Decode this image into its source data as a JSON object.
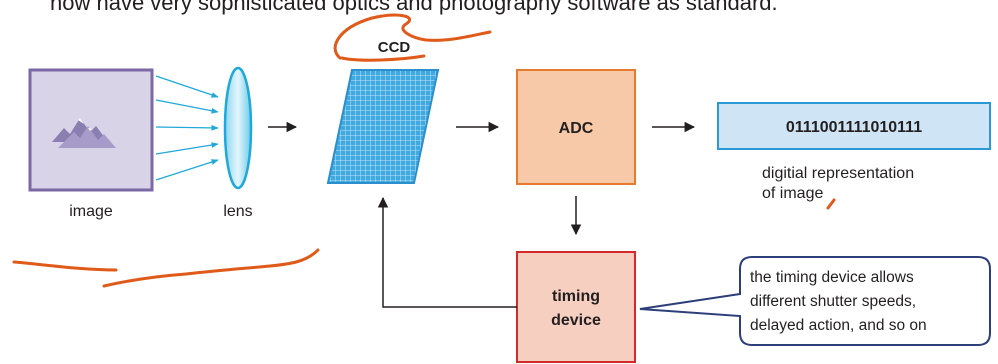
{
  "caption_fragment": "now have very sophisticated optics and photography software as standard.",
  "labels": {
    "image": "image",
    "lens": "lens",
    "ccd": "CCD",
    "adc": "ADC",
    "binary": "0111001111010111",
    "digital_line1": "digitial representation",
    "digital_line2": "of image",
    "timing_line1": "timing",
    "timing_line2": "device",
    "callout_line1": "the timing device allows",
    "callout_line2": "different shutter speeds,",
    "callout_line3": "delayed action, and so on"
  },
  "colors": {
    "image_fill": "#d9d3e8",
    "image_border": "#7b68a6",
    "lens_blue": "#1fa8d8",
    "ccd_blue": "#3fa9e0",
    "adc_fill": "#f8c9a8",
    "adc_border": "#e87a2f",
    "binary_fill": "#cfe4f4",
    "binary_border": "#2a9ad6",
    "timing_fill": "#f6cfc0",
    "timing_border": "#d02a2a",
    "callout_border": "#2c3f7a",
    "ink_orange": "#e05a1a"
  }
}
